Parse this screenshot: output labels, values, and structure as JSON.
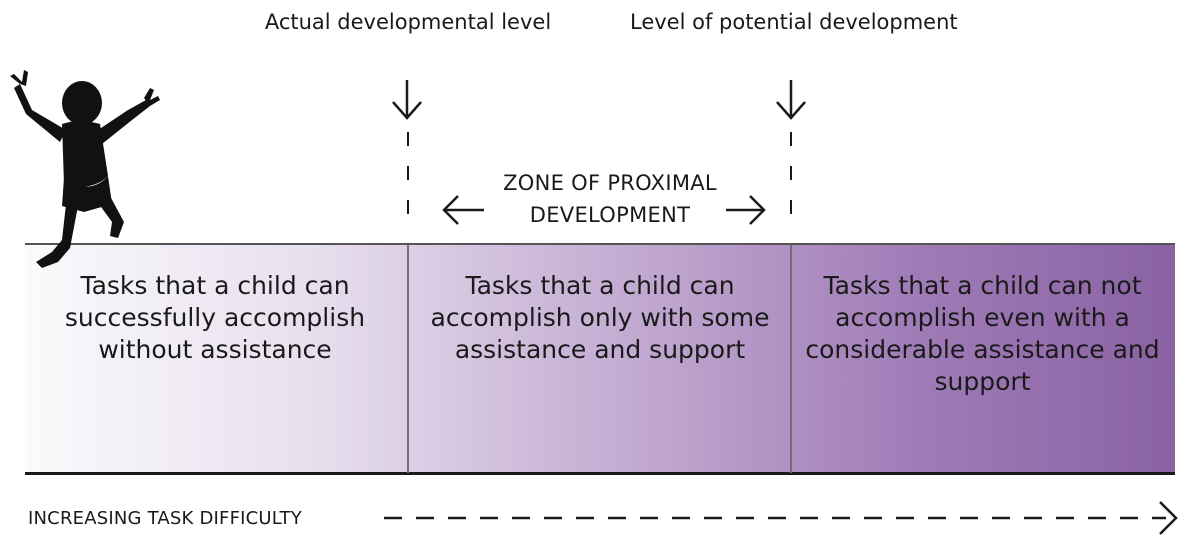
{
  "labels": {
    "actual_level": "Actual developmental level",
    "potential_level": "Level of potential development",
    "zpd_line1": "ZONE OF PROXIMAL",
    "zpd_line2": "DEVELOPMENT",
    "axis": "INCREASING TASK DIFFICULTY"
  },
  "zones": [
    {
      "text": "Tasks that a child can successfully accomplish without assistance"
    },
    {
      "text": "Tasks that a child can accomplish only with some assistance and support"
    },
    {
      "text": "Tasks that a child can not accomplish even with a considerable assistance and support"
    }
  ],
  "colors": {
    "band_start": "#fbfafc",
    "band_end": "#8a62a4",
    "ink": "#1a1a1a"
  }
}
